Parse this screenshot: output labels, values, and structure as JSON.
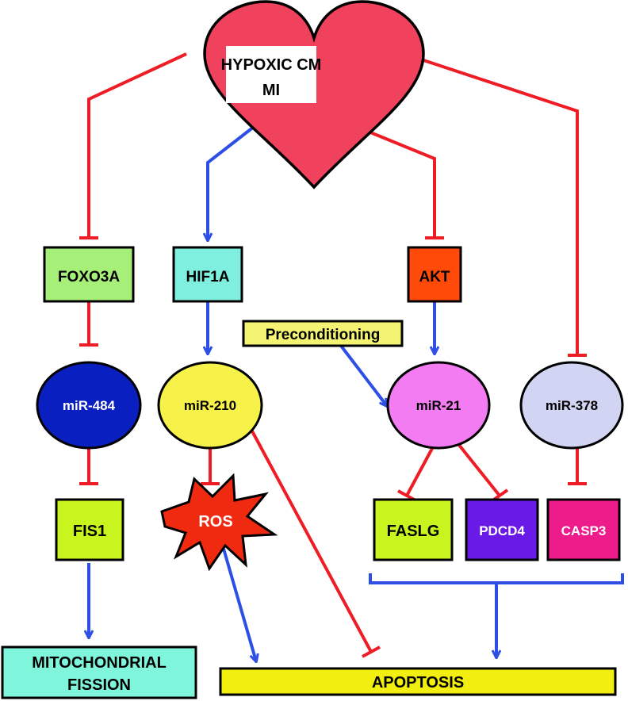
{
  "heart": {
    "line1": "HYPOXIC CM",
    "line2": "MI"
  },
  "nodes": {
    "foxo3a": "FOXO3A",
    "hif1a": "HIF1A",
    "akt": "AKT",
    "preconditioning": "Preconditioning",
    "mir484": "miR-484",
    "mir210": "miR-210",
    "mir21": "miR-21",
    "mir378": "miR-378",
    "fis1": "FIS1",
    "ros": "ROS",
    "faslg": "FASLG",
    "pdcd4": "PDCD4",
    "casp3": "CASP3",
    "mito_line1": "MITOCHONDRIAL",
    "mito_line2": "FISSION",
    "apoptosis": "APOPTOSIS"
  },
  "colors": {
    "inhibit": "#ee1c25",
    "activate": "#2e4fe6",
    "heart": "#f0425d",
    "foxo3a": "#a6f07a",
    "hif1a": "#7ff0e0",
    "akt": "#ff4a0a",
    "preconditioning": "#f4f472",
    "mir484": "#0a1fbf",
    "mir210": "#f6f24a",
    "mir21": "#f47cf2",
    "mir378": "#d2d4f4",
    "fis1": "#c9f51e",
    "ros": "#f02a10",
    "faslg": "#c9f51e",
    "pdcd4": "#6a1ae6",
    "casp3": "#ee1c8a",
    "mito": "#7ff6dc",
    "apoptosis": "#f2ee10"
  }
}
